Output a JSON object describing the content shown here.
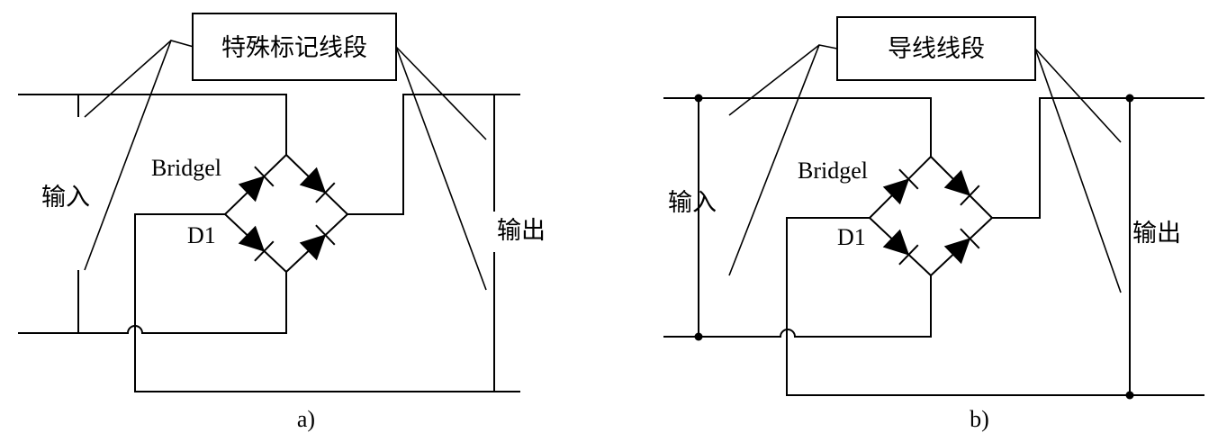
{
  "panel_a": {
    "box_label": "特殊标记线段",
    "bridge_label": "Bridgel",
    "diode_label": "D1",
    "input_label": "输入",
    "output_label": "输出",
    "caption": "a)"
  },
  "panel_b": {
    "box_label": "导线线段",
    "bridge_label": "Bridgel",
    "diode_label": "D1",
    "input_label": "输入",
    "output_label": "输出",
    "caption": "b)"
  }
}
